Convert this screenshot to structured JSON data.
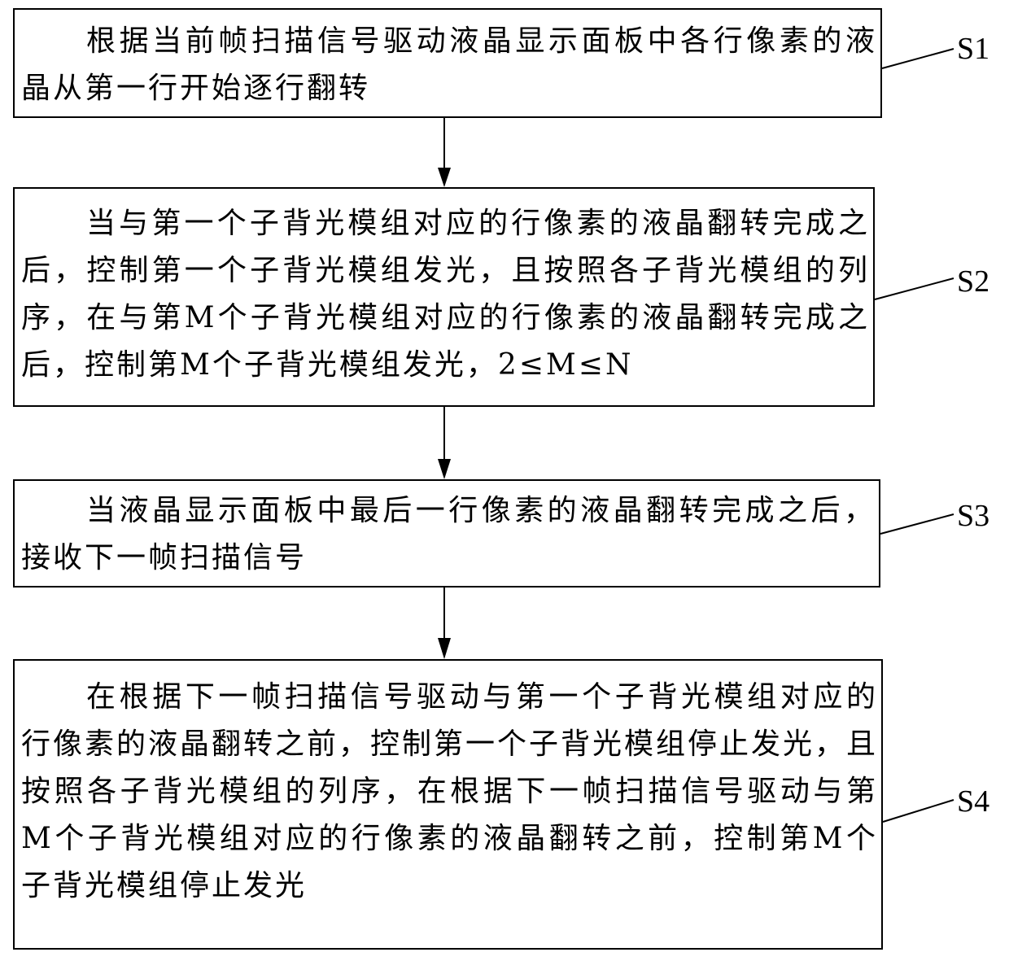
{
  "steps": [
    {
      "id": "S1",
      "text": "根据当前帧扫描信号驱动液晶显示面板中各行像素的液晶从第一行开始逐行翻转"
    },
    {
      "id": "S2",
      "text": "当与第一个子背光模组对应的行像素的液晶翻转完成之后，控制第一个子背光模组发光，且按照各子背光模组的列序，在与第M个子背光模组对应的行像素的液晶翻转完成之后，控制第M个子背光模组发光，2≤M≤N"
    },
    {
      "id": "S3",
      "text": "当液晶显示面板中最后一行像素的液晶翻转完成之后，接收下一帧扫描信号"
    },
    {
      "id": "S4",
      "text": "在根据下一帧扫描信号驱动与第一个子背光模组对应的行像素的液晶翻转之前，控制第一个子背光模组停止发光，且按照各子背光模组的列序，在根据下一帧扫描信号驱动与第M个子背光模组对应的行像素的液晶翻转之前，控制第M个子背光模组停止发光"
    }
  ]
}
